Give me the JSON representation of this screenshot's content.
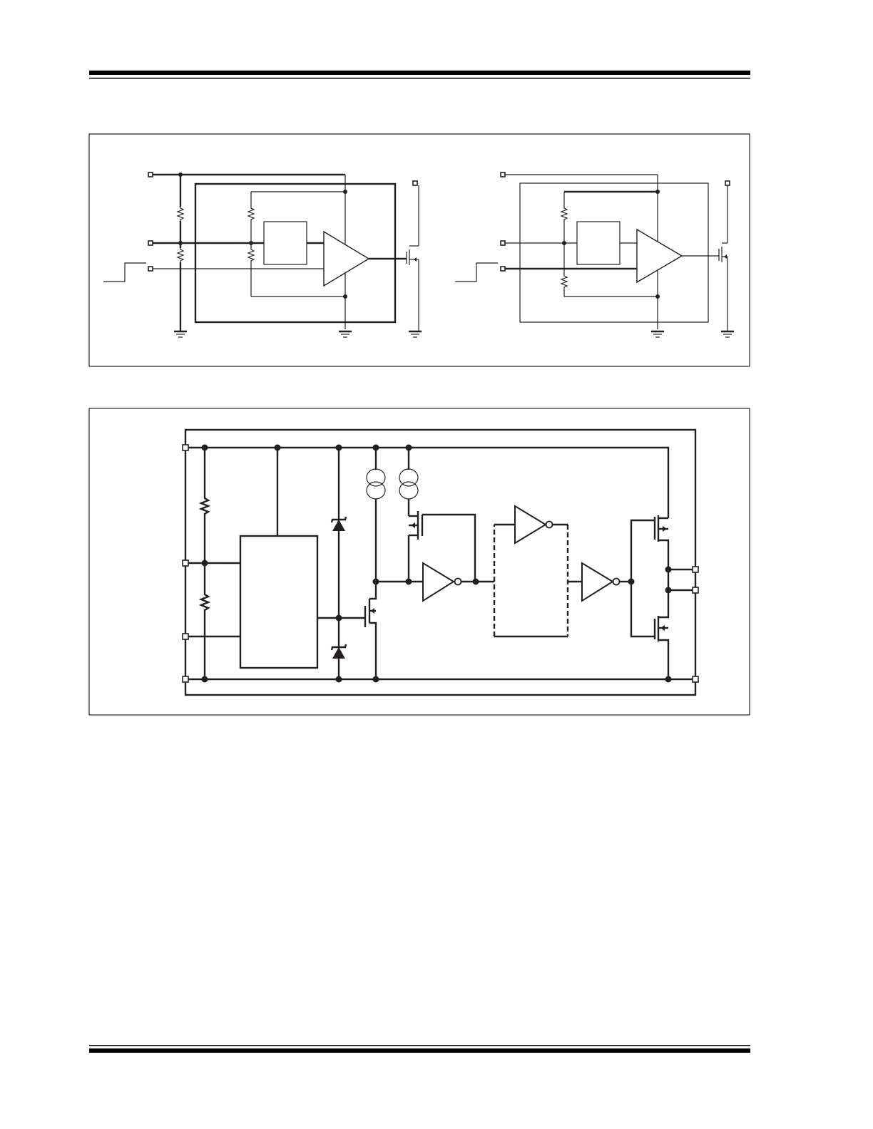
{
  "page": {
    "figures": [
      {
        "id": "figure-1",
        "content": "schematic"
      },
      {
        "id": "figure-2",
        "content": "schematic"
      }
    ]
  }
}
